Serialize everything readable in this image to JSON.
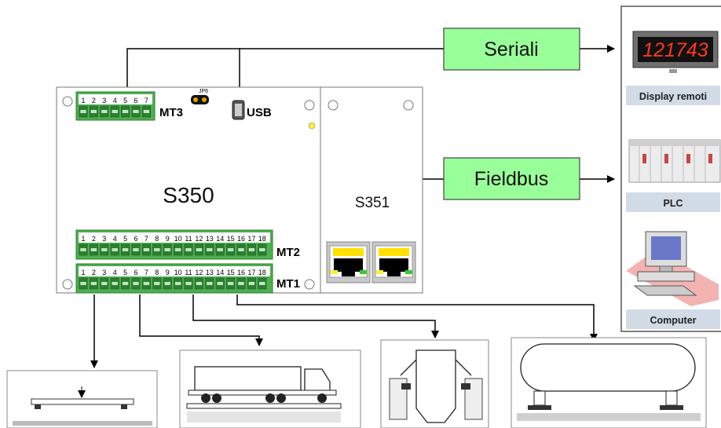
{
  "boards": {
    "main": {
      "label": "S350"
    },
    "module": {
      "label": "S351"
    }
  },
  "connectors": {
    "mt3": {
      "label": "MT3",
      "pins": [
        "1",
        "2",
        "3",
        "4",
        "5",
        "6",
        "7"
      ]
    },
    "mt2": {
      "label": "MT2",
      "pins": [
        "1",
        "2",
        "3",
        "4",
        "5",
        "6",
        "7",
        "8",
        "9",
        "10",
        "11",
        "12",
        "13",
        "14",
        "15",
        "16",
        "17",
        "18"
      ]
    },
    "mt1": {
      "label": "MT1",
      "pins": [
        "1",
        "2",
        "3",
        "4",
        "5",
        "6",
        "7",
        "8",
        "9",
        "10",
        "11",
        "12",
        "13",
        "14",
        "15",
        "16",
        "17",
        "18"
      ]
    },
    "jumper": {
      "label": "JP6"
    },
    "usb": {
      "label": "USB"
    }
  },
  "flows": {
    "serial": {
      "label": "Seriali"
    },
    "fieldbus": {
      "label": "Fieldbus"
    }
  },
  "devices": {
    "display": {
      "label": "Display remoti",
      "readout": "121743",
      "readout_color": "#ff3a1a"
    },
    "plc": {
      "label": "PLC"
    },
    "computer": {
      "label": "Computer"
    }
  },
  "colors": {
    "flow_box": "#99ff99",
    "terminal_green": "#4caf50",
    "led_yellow": "#ffee33"
  }
}
